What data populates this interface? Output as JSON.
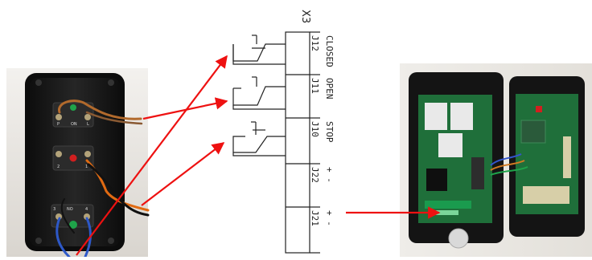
{
  "diagram": {
    "connector_name": "X3",
    "terminals": [
      {
        "pin": "J12",
        "function": "CLOSED"
      },
      {
        "pin": "J11",
        "function": "OPEN"
      },
      {
        "pin": "J10",
        "function": "STOP"
      },
      {
        "pin": "J22",
        "function": "+ -"
      },
      {
        "pin": "J21",
        "function": "+ -"
      }
    ]
  },
  "push_button_box": {
    "button_top": {
      "left_mark": "P",
      "right_mark": "ON",
      "far_mark": "L"
    },
    "button_middle": {
      "left_mark": "2",
      "right_mark": "1"
    },
    "button_bottom": {
      "left_mark": "3",
      "mid_mark": "NO",
      "right_mark": "4"
    }
  },
  "colors": {
    "arrow": "#ee1111",
    "line": "#222222",
    "enclosure": "#141414",
    "board": "#1f6f3a",
    "button_green": "#1fa34a",
    "button_red": "#d11f1f",
    "button_blue": "#2d58c8"
  },
  "icons": [
    "push-button-box-photo",
    "controller-board-photo",
    "switch-symbol"
  ]
}
